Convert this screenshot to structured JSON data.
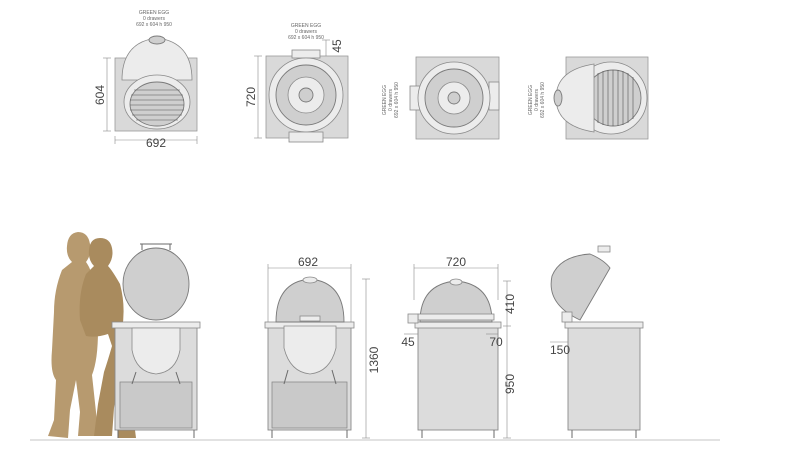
{
  "plan_views": {
    "view1": {
      "label_title": "GREEN EGG",
      "label_sub": "0 drawers",
      "label_dims": "692 x 604 h 950",
      "width_dim": "692",
      "depth_dim": "604"
    },
    "view2": {
      "label_title": "GREEN EGG",
      "label_sub": "0 drawers",
      "label_dims": "692 x 604 h 950",
      "depth_dim": "720",
      "offset_dim": "45"
    },
    "view3": {
      "label_title": "GREEN EGG",
      "label_sub": "0 drawers",
      "label_dims": "692 x 604 h 950"
    },
    "view4": {
      "label_title": "GREEN EGG",
      "label_sub": "0 drawers",
      "label_dims": "692 x 604 h 950"
    }
  },
  "elevations": {
    "front": {
      "width_dim": "692",
      "height_dim": "1360"
    },
    "side": {
      "width_dim": "720",
      "egg_height_dim": "410",
      "cabinet_height_dim": "950",
      "left_offset_dim": "45",
      "right_offset_dim": "70"
    },
    "open_side": {
      "offset_dim": "150"
    }
  }
}
